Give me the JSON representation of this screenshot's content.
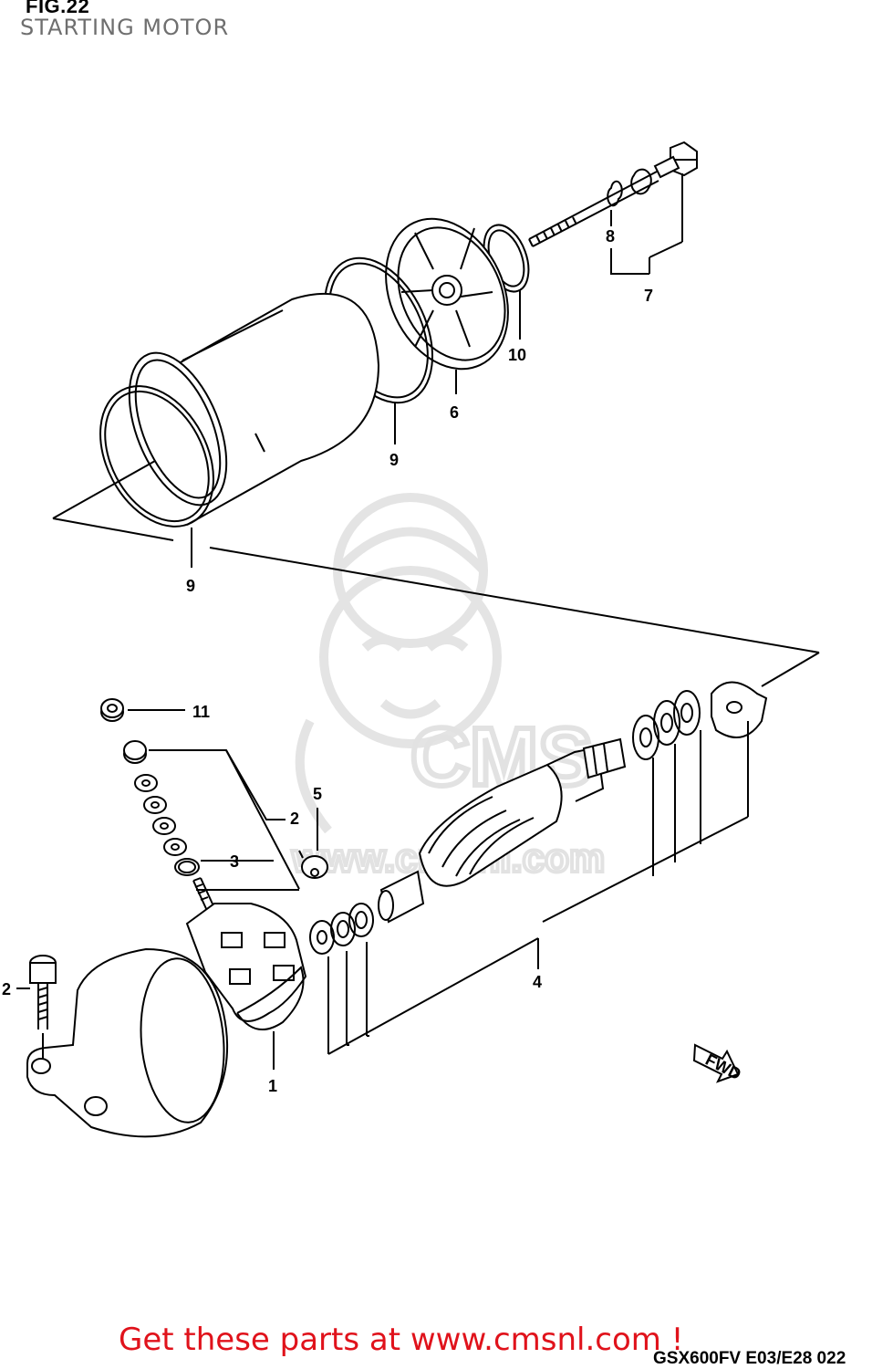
{
  "figure": {
    "number": "FIG.22",
    "title": "STARTING MOTOR",
    "code": "GSX600FV E03/E28 022"
  },
  "watermark": {
    "text": "CMS",
    "url_text": "www.cmsnl.com"
  },
  "footer": {
    "cta": "Get these parts at www.cmsnl.com !"
  },
  "direction": {
    "label": "FWD"
  },
  "callouts": {
    "c1": "1",
    "c2a": "2",
    "c2b": "2",
    "c3": "3",
    "c4": "4",
    "c5": "5",
    "c6": "6",
    "c7": "7",
    "c8": "8",
    "c9a": "9",
    "c9b": "9",
    "c10": "10",
    "c11": "11"
  }
}
